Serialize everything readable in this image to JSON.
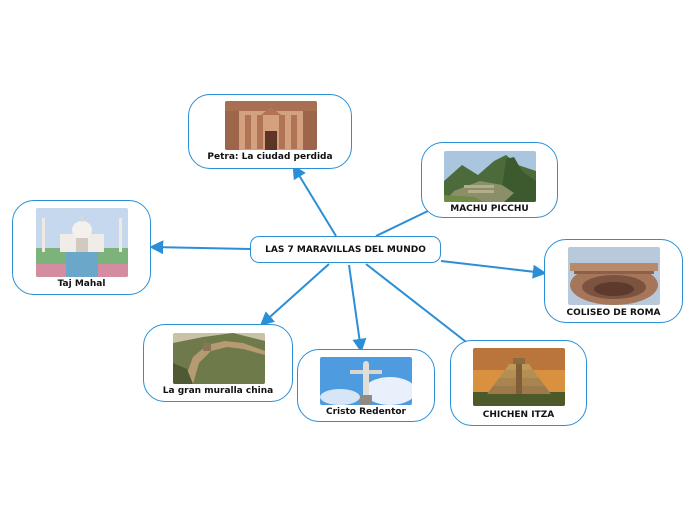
{
  "central": {
    "label": "LAS 7 MARAVILLAS DEL MUNDO"
  },
  "nodes": [
    {
      "id": "petra",
      "label": "Petra: La ciudad perdida",
      "image": "petra-treasury-photo"
    },
    {
      "id": "machu",
      "label": "MACHU PICCHU",
      "image": "machu-picchu-photo"
    },
    {
      "id": "taj",
      "label": "Taj Mahal",
      "image": "taj-mahal-photo"
    },
    {
      "id": "coliseo",
      "label": "COLISEO DE ROMA",
      "image": "colosseum-photo"
    },
    {
      "id": "muralla",
      "label": "La gran muralla china",
      "image": "great-wall-photo"
    },
    {
      "id": "cristo",
      "label": "Cristo Redentor",
      "image": "christ-redeemer-photo"
    },
    {
      "id": "chichen",
      "label": "CHICHEN ITZA",
      "image": "chichen-itza-photo"
    }
  ],
  "colors": {
    "connector": "#2a8fd6",
    "border": "#2a8fd6"
  }
}
